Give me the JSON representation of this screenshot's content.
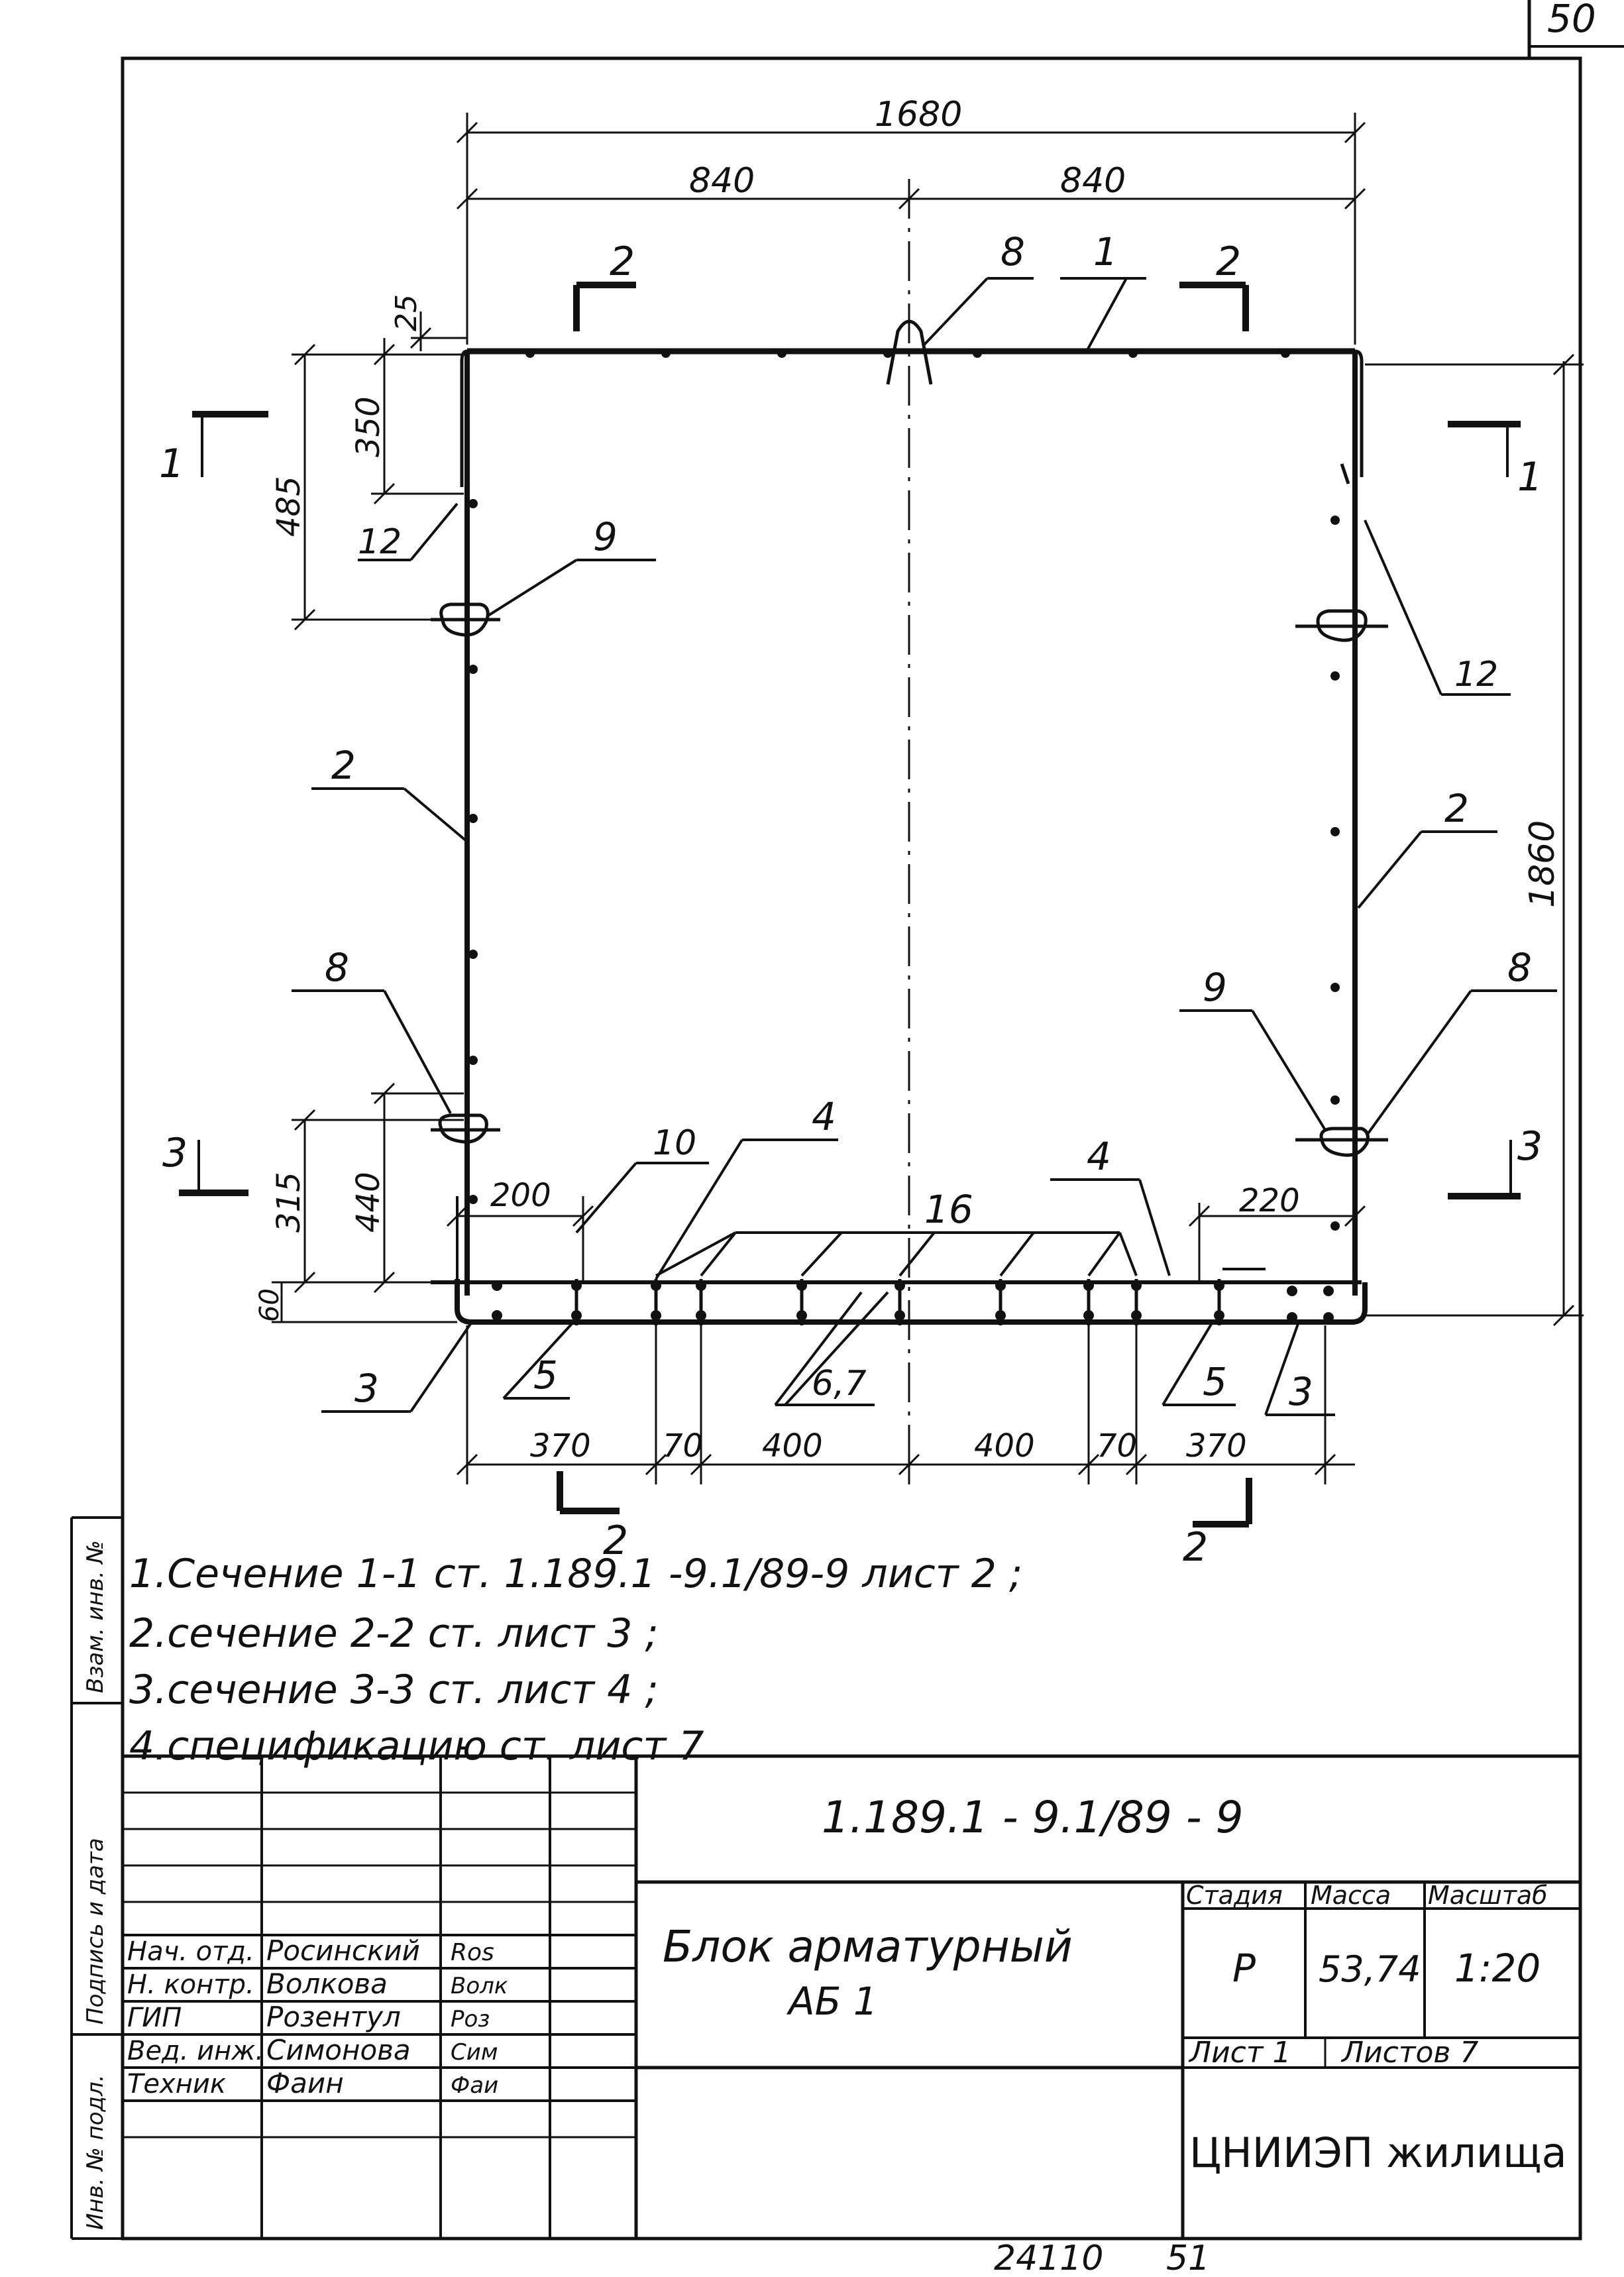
{
  "sheet_corner_number": "50",
  "overall_width": "1680",
  "half_widths": [
    "840",
    "840"
  ],
  "overall_height": "1860",
  "top_dims": [
    "25",
    "350",
    "485"
  ],
  "bottom_left_dims": [
    "315",
    "440",
    "60"
  ],
  "gap_200": "200",
  "gap_220": "220",
  "bottom_dims": [
    "370",
    "70",
    "400",
    "400",
    "70",
    "370"
  ],
  "section_marks": {
    "s1": "1",
    "s2": "2",
    "s3": "3"
  },
  "callouts": {
    "c1": "1",
    "c2": "2",
    "c3": "3",
    "c4": "4",
    "c5": "5",
    "c67": "6,7",
    "c8": "8",
    "c9": "9",
    "c10": "10",
    "c12": "12",
    "c16": "16"
  },
  "notes": [
    "1.Сечение  1-1  ст.   1.189.1 -9.1/89-9 лист 2 ;",
    "2.сечение  2-2  ст.     лист  3 ;",
    "3.сечение  3-3  ст.    лист 4 ;",
    "4.спецификацию  ст.   лист 7"
  ],
  "side_stamp": [
    "Инв. № подл.",
    "Подпись и дата",
    "Взам. инв. №"
  ],
  "title_block": {
    "document_code": "1.189.1 - 9.1/89 - 9",
    "title_line1": "Блок  арматурный",
    "title_line2": "АБ 1",
    "headers": {
      "stage": "Стадия",
      "mass": "Масса",
      "scale": "Масштаб"
    },
    "values": {
      "stage": "Р",
      "mass": "53,74",
      "scale": "1:20"
    },
    "sheet_label": "Лист  1",
    "sheets_label": "Листов 7",
    "organization": "ЦНИИЭП жилища",
    "staff": [
      {
        "role": "Нач. отд.",
        "name": "Росинский",
        "signature": "Ros"
      },
      {
        "role": "Н. контр.",
        "name": "Волкова",
        "signature": "Волк"
      },
      {
        "role": "ГИП",
        "name": "Розентул",
        "signature": "Роз"
      },
      {
        "role": "Вед. инж.",
        "name": "Симонова",
        "signature": "Сим"
      },
      {
        "role": "Техник",
        "name": "Фаин",
        "signature": "Фаи"
      }
    ]
  },
  "footer_left": "24110",
  "footer_right": "51"
}
